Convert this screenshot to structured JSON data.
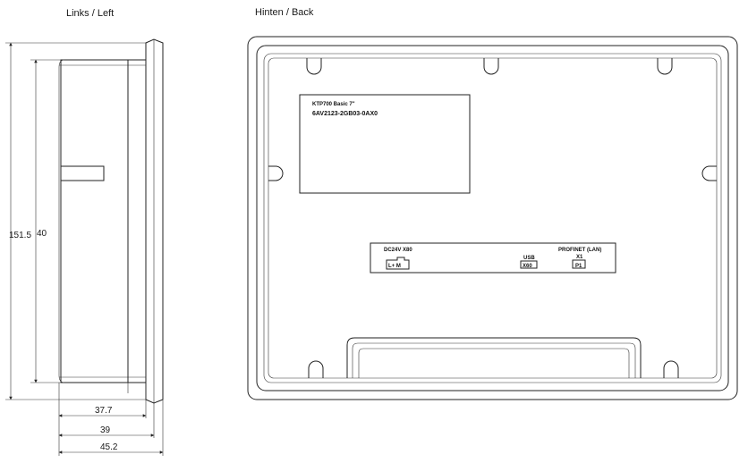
{
  "views": {
    "left_title": "Links / Left",
    "back_title": "Hinten / Back"
  },
  "dimensions": {
    "height_outer": "151.5",
    "height_inner": "40",
    "depth_1": "37.7",
    "depth_2": "39",
    "depth_3": "45.2"
  },
  "nameplate": {
    "model": "KTP700 Basic 7\"",
    "order_number": "6AV2123-2GB03-0AX0"
  },
  "connectors": {
    "power_label": "DC24V X80",
    "power_pins": "L+  M",
    "usb_label": "USB",
    "usb_port": "X60",
    "profinet_label": "PROFINET (LAN)",
    "profinet_id": "X1",
    "profinet_port": "P1"
  }
}
